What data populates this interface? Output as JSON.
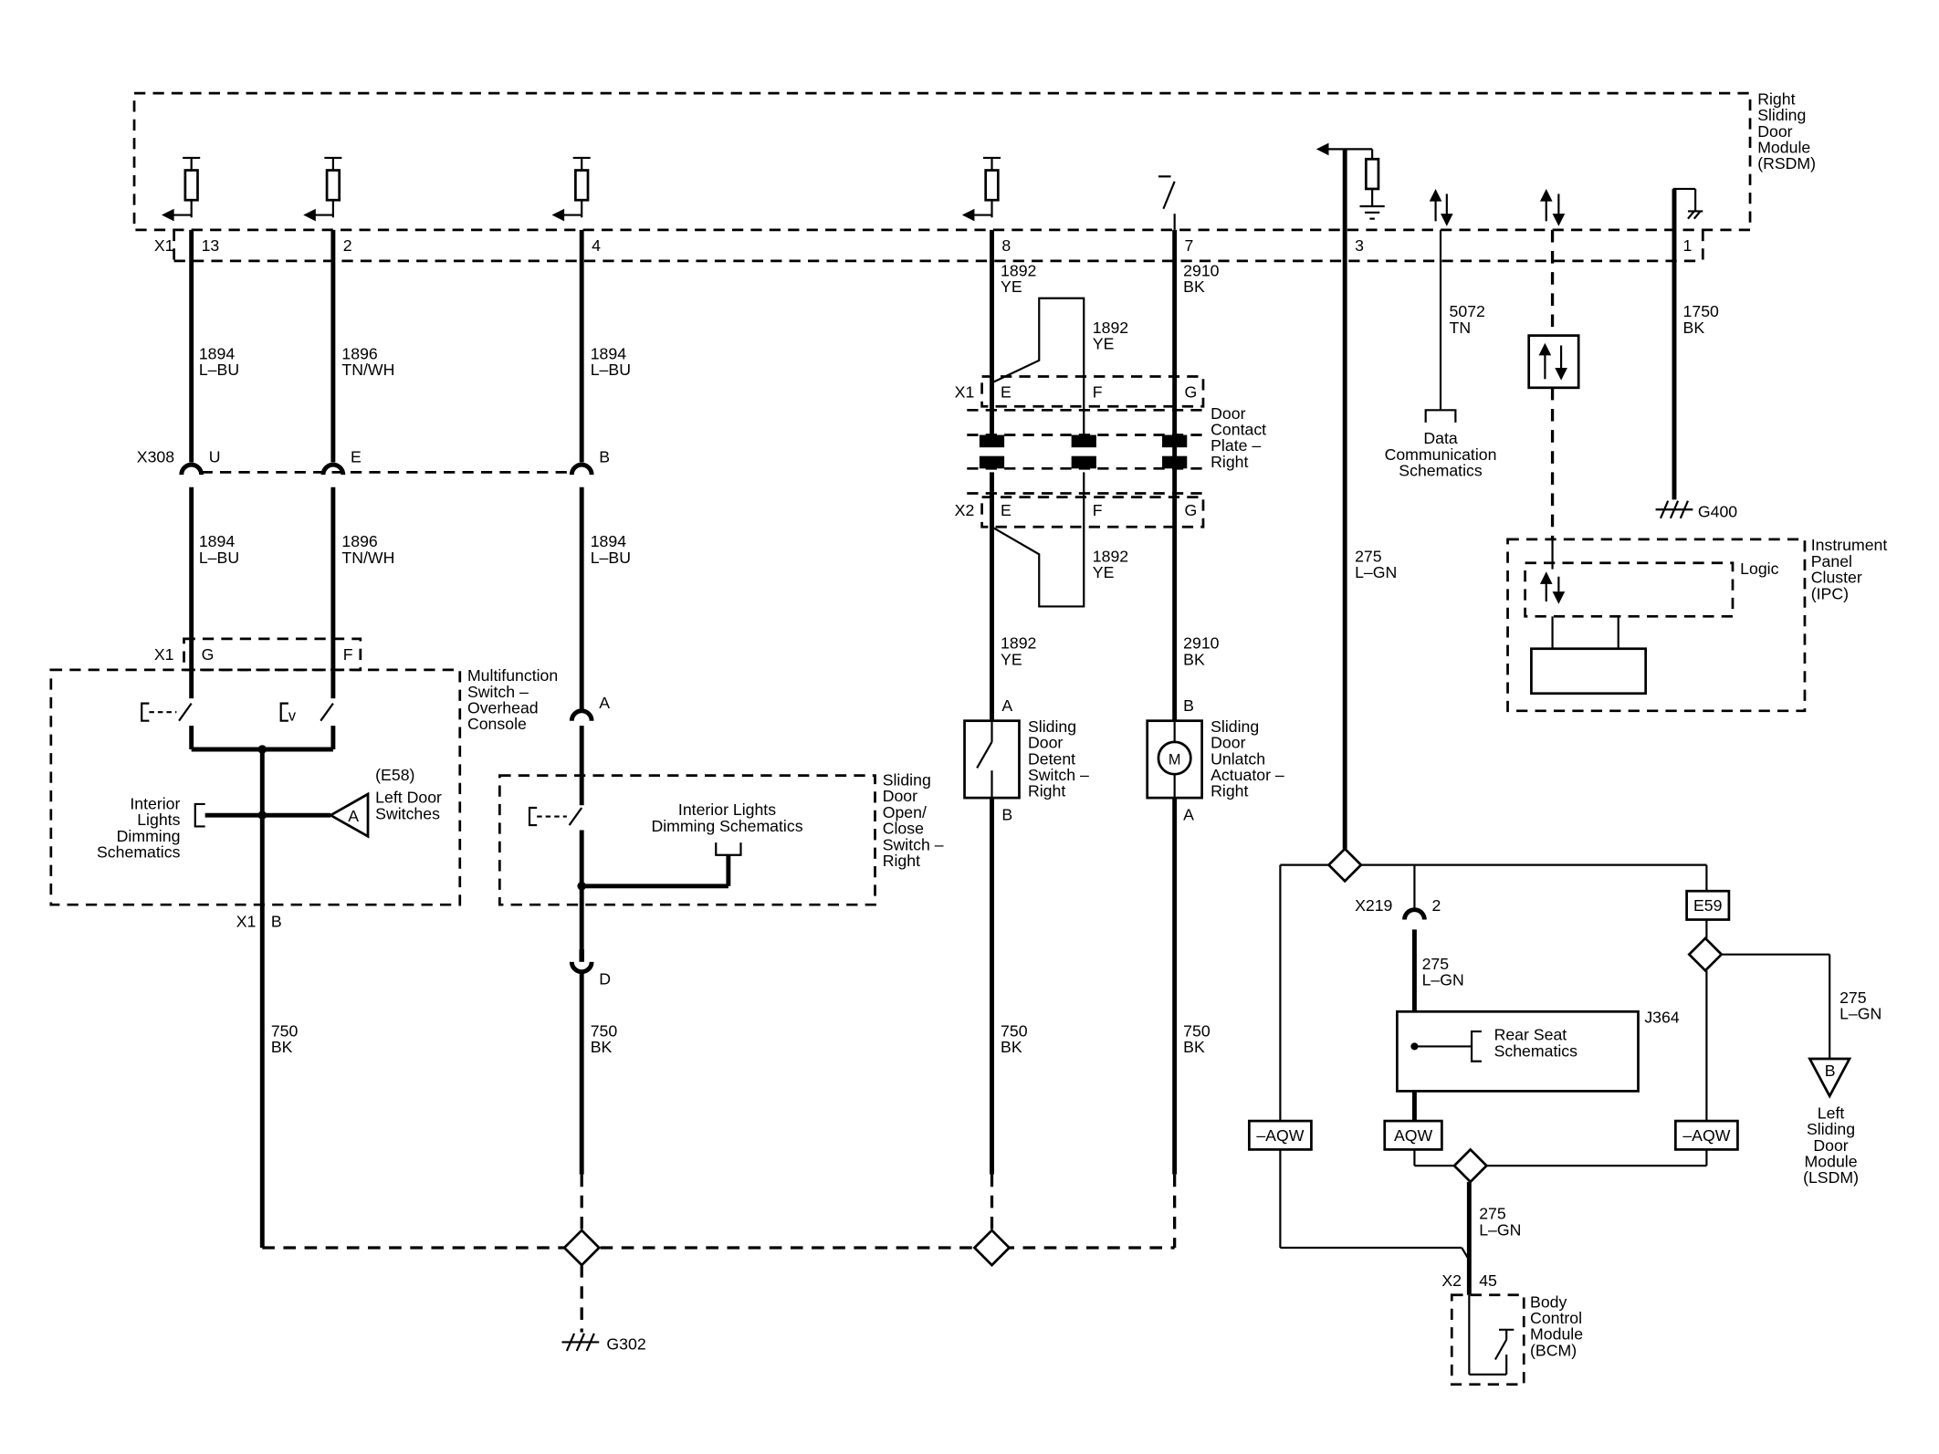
{
  "modules": {
    "rsdm": [
      "Right",
      "Sliding",
      "Door",
      "Module",
      "(RSDM)"
    ],
    "ipc": [
      "Instrument",
      "Panel",
      "Cluster",
      "(IPC)"
    ],
    "ipc_logic": "Logic",
    "multifunction_switch": [
      "Multifunction",
      "Switch –",
      "Overhead",
      "Console"
    ],
    "open_close_switch": [
      "Sliding",
      "Door",
      "Open/",
      "Close",
      "Switch –",
      "Right"
    ],
    "door_contact_plate": [
      "Door",
      "Contact",
      "Plate –",
      "Right"
    ],
    "detent_switch": [
      "Sliding",
      "Door",
      "Detent",
      "Switch –",
      "Right"
    ],
    "unlatch_actuator": [
      "Sliding",
      "Door",
      "Unlatch",
      "Actuator –",
      "Right"
    ],
    "bcm": [
      "Body",
      "Control",
      "Module",
      "(BCM)"
    ],
    "lsdm": [
      "Left",
      "Sliding",
      "Door",
      "Module",
      "(LSDM)"
    ]
  },
  "references": {
    "interior_lights_left": [
      "Interior",
      "Lights",
      "Dimming",
      "Schematics"
    ],
    "interior_lights_center": [
      "Interior Lights",
      "Dimming Schematics"
    ],
    "left_door_switches": [
      "(E58)",
      "Left Door",
      "Switches"
    ],
    "data_communication": [
      "Data",
      "Communication",
      "Schematics"
    ],
    "rear_seat": [
      "Rear Seat",
      "Schematics"
    ]
  },
  "connectors": {
    "x1": "X1",
    "x2": "X2",
    "x308": "X308",
    "x219": "X219",
    "x1_pins": [
      "13",
      "2",
      "4",
      "8",
      "7",
      "3",
      "1"
    ],
    "x308_pins": [
      "U",
      "E",
      "B"
    ],
    "mfs_pins": [
      "G",
      "F"
    ],
    "x1_mfs_b": "B",
    "open_close_pins": [
      "A",
      "D"
    ],
    "contact_pins": [
      "E",
      "F",
      "G"
    ],
    "detent_pins": [
      "A",
      "B"
    ],
    "actuator_pins": [
      "B",
      "A"
    ],
    "x219_pin": "2",
    "bcm_pin": "45",
    "lsdm_pin": "B",
    "left_door_pin": "A"
  },
  "wires": {
    "w1894": [
      "1894",
      "L–BU"
    ],
    "w1896": [
      "1896",
      "TN/WH"
    ],
    "w1892": [
      "1892",
      "YE"
    ],
    "w2910": [
      "2910",
      "BK"
    ],
    "w750": [
      "750",
      "BK"
    ],
    "w5072": [
      "5072",
      "TN"
    ],
    "w1750": [
      "1750",
      "BK"
    ],
    "w275": [
      "275",
      "L–GN"
    ]
  },
  "splices": {
    "j364": "J364",
    "e59": "E59",
    "aqw": "AQW",
    "neg_aqw": "–AQW"
  },
  "grounds": {
    "g302": "G302",
    "g400": "G400"
  },
  "icons": [
    "ground-symbol",
    "fuse-symbol",
    "motor-symbol",
    "bidirectional-arrow",
    "switch-symbol",
    "diamond-splice"
  ]
}
